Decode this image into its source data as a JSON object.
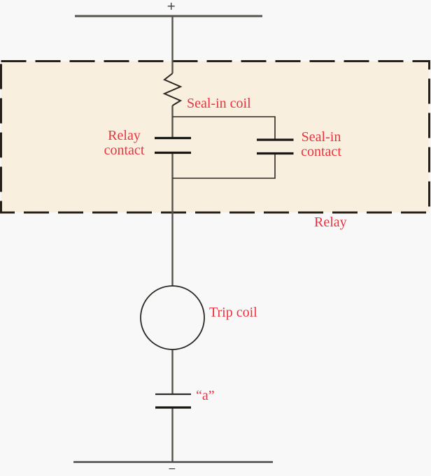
{
  "colors": {
    "accent": "#ed323e",
    "page_bg": "#f8f8f9",
    "box_fill": "#f8efdf",
    "box_border": "#262019",
    "wire": "#56524c",
    "symbol": "#2b2722",
    "contact": "#191713"
  },
  "labels": {
    "positive_terminal": "+",
    "negative_terminal": "−",
    "seal_in_coil": "Seal-in coil",
    "relay_contact": [
      "Relay",
      "contact"
    ],
    "seal_in_contact": [
      "Seal-in",
      "contact"
    ],
    "relay_box": "Relay",
    "trip_coil": "Trip coil",
    "a_contact": "“a”"
  }
}
